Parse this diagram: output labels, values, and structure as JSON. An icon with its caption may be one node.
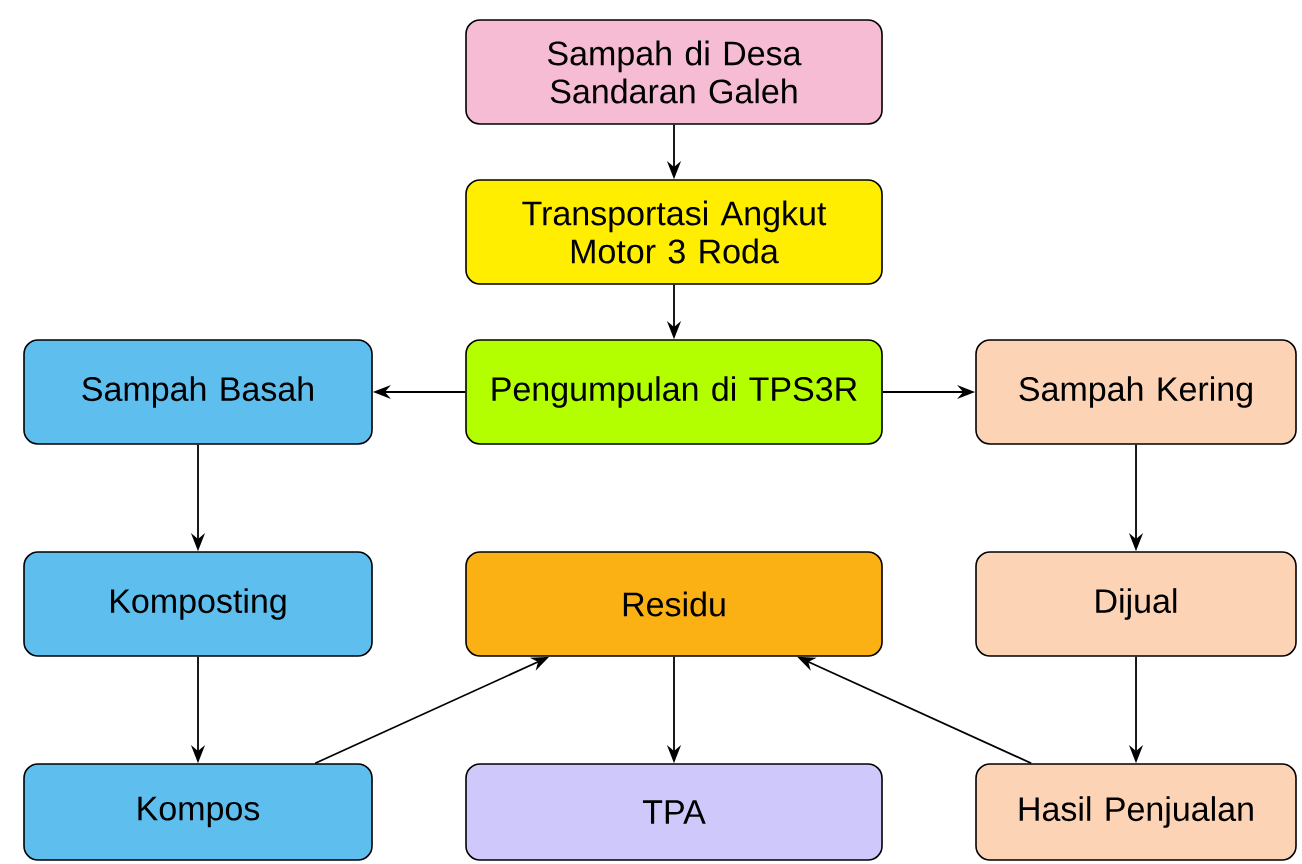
{
  "diagram": {
    "nodes": [
      {
        "text": [
          "Sampah di Desa Sandaran Galeh"
        ]
      },
      {
        "text": [
          "Transportasi Angkut Motor 3 Roda"
        ]
      },
      {
        "text": [
          "Pengumpulan di TPS3R"
        ]
      },
      {
        "text": [
          "Sampah Basah"
        ]
      },
      {
        "text": [
          "Sampah Kering"
        ]
      },
      {
        "text": [
          "Komposting"
        ]
      },
      {
        "text": [
          "Residu"
        ]
      },
      {
        "text": [
          "Dijual"
        ]
      },
      {
        "text": [
          "Kompos"
        ]
      },
      {
        "text": [
          "TPA"
        ]
      },
      {
        "text": [
          "Hasil Penjualan"
        ]
      }
    ],
    "edges": [
      {
        "from": 0,
        "to": 1,
        "arrow": "to"
      },
      {
        "from": 1,
        "to": 2,
        "arrow": "to"
      },
      {
        "from": 2,
        "to": 3,
        "arrow": "to"
      },
      {
        "from": 2,
        "to": 4,
        "arrow": "to"
      },
      {
        "from": 3,
        "to": 5,
        "arrow": "to"
      },
      {
        "from": 5,
        "to": 8,
        "arrow": "to"
      },
      {
        "from": 4,
        "to": 7,
        "arrow": "to"
      },
      {
        "from": 7,
        "to": 10,
        "arrow": "to"
      },
      {
        "from": 8,
        "to": 6,
        "arrow": "to"
      },
      {
        "from": 10,
        "to": 6,
        "arrow": "to"
      },
      {
        "from": 6,
        "to": 9,
        "arrow": "to"
      }
    ]
  }
}
